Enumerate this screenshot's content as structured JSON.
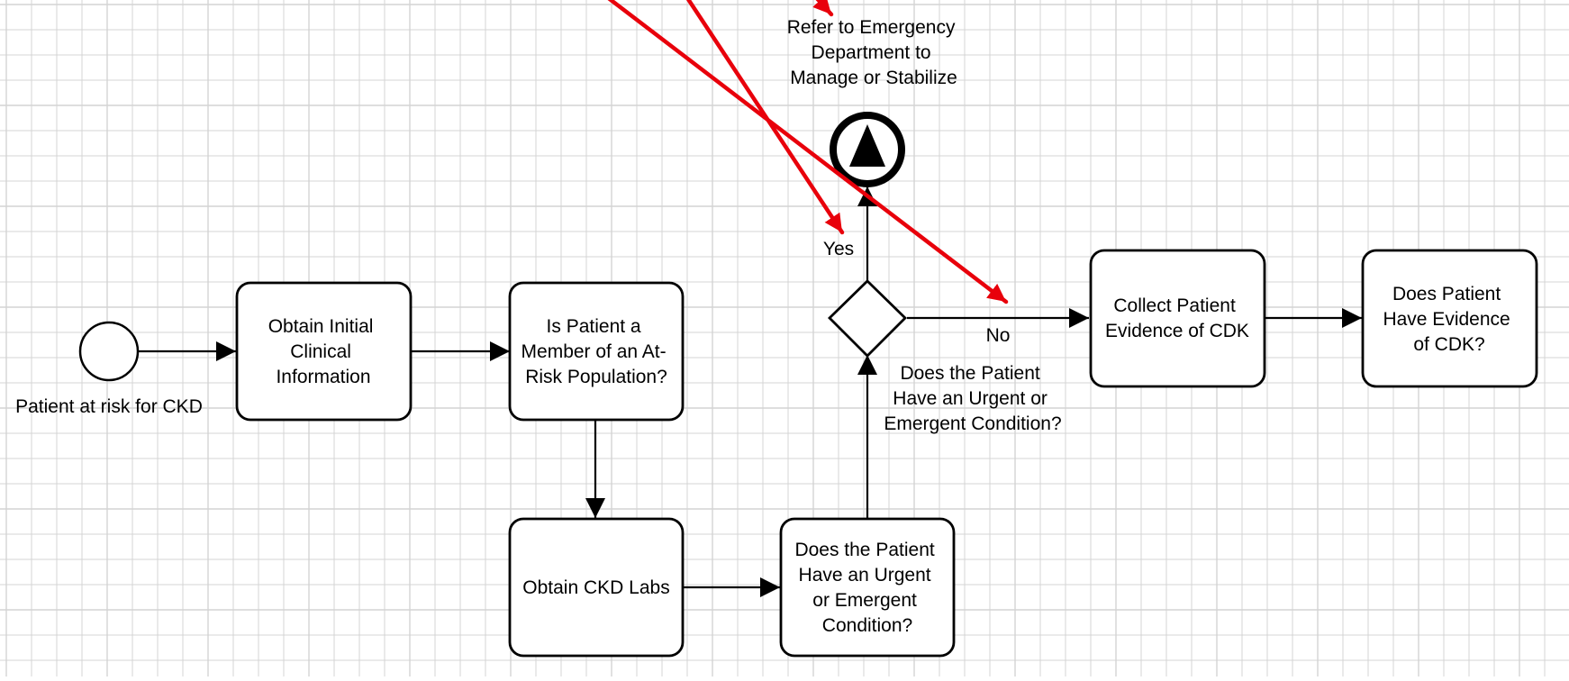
{
  "diagram": {
    "start_event": {
      "label": "Patient at risk for CKD"
    },
    "tasks": {
      "obtain_info": {
        "lines": [
          "Obtain Initial",
          "Clinical",
          "Information"
        ]
      },
      "at_risk": {
        "lines": [
          "Is Patient a",
          "Member of an At-",
          "Risk Population?"
        ]
      },
      "ckd_labs": {
        "lines": [
          "Obtain CKD Labs"
        ]
      },
      "urgent_task": {
        "lines": [
          "Does the Patient",
          "Have an Urgent",
          "or Emergent",
          "Condition?"
        ]
      },
      "collect_evidence": {
        "lines": [
          "Collect Patient",
          "Evidence of CDK"
        ]
      },
      "has_evidence": {
        "lines": [
          "Does Patient",
          "Have Evidence",
          "of CDK?"
        ]
      }
    },
    "gateway": {
      "lines": [
        "Does the Patient",
        "Have an Urgent or",
        "Emergent Condition?"
      ],
      "yes_label": "Yes",
      "no_label": "No"
    },
    "end_event": {
      "lines": [
        "Refer to Emergency",
        "Department to",
        "Manage or Stabilize"
      ]
    }
  },
  "colors": {
    "grid_line": "#d4d4d4",
    "stroke": "#000000",
    "annotation_arrow": "#e8000b"
  }
}
